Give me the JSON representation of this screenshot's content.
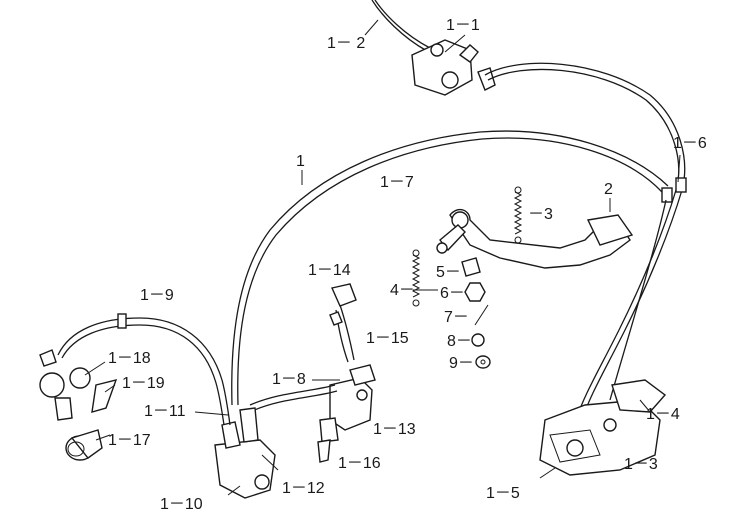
{
  "labels": {
    "l_1_1": "1－1",
    "l_1_2": "1－ 2",
    "l_1_6": "1－6",
    "l_1": "1",
    "l_1_7": "1－7",
    "l_2": "2",
    "l_1_3a": "－3",
    "l_1_14": "1－14",
    "l_5": "5－",
    "l_4": "4－",
    "l_6": "6－",
    "l_7": "7－",
    "l_1_9": "1－9",
    "l_1_15": "1－15",
    "l_8": "8－",
    "l_9": "9－",
    "l_1_18": "1－18",
    "l_1_19": "1－19",
    "l_1_8": "1－8",
    "l_1_4": "1－4",
    "l_1_11": "1－11",
    "l_1_13": "1－13",
    "l_1_17": "1－17",
    "l_1_3b": "1－3",
    "l_1_16": "1－16",
    "l_1_12": "1－12",
    "l_1_5": "1－5",
    "l_1_10": "1－10"
  }
}
